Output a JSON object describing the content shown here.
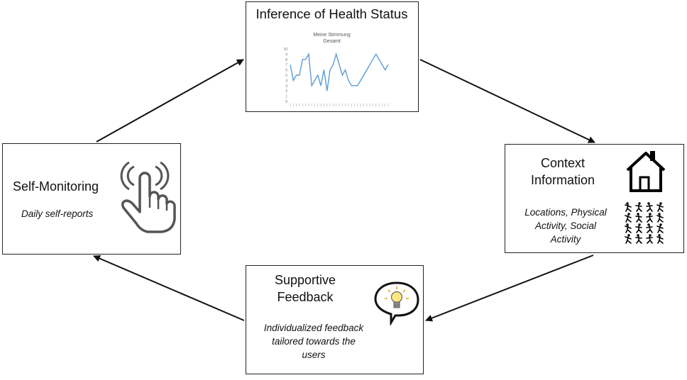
{
  "diagram": {
    "nodes": {
      "health_status": {
        "title": "Inference of Health Status",
        "chart": {
          "title_line1": "Meine Stimmung",
          "title_line2": "Gesamt"
        }
      },
      "self_monitoring": {
        "title": "Self-Monitoring",
        "subtitle": "Daily self-reports",
        "icon": "touch-hand-icon"
      },
      "context_information": {
        "title_line1": "Context",
        "title_line2": "Information",
        "subtitle_line1": "Locations, Physical",
        "subtitle_line2": "Activity, Social",
        "subtitle_line3": "Activity",
        "icons": [
          "house-icon",
          "activity-figures-icon"
        ]
      },
      "supportive_feedback": {
        "title_line1": "Supportive",
        "title_line2": "Feedback",
        "subtitle_line1": "Individualized feedback",
        "subtitle_line2": "tailored towards the",
        "subtitle_line3": "users",
        "icon": "lightbulb-speech-icon"
      }
    },
    "edges": [
      {
        "from": "self_monitoring",
        "to": "health_status"
      },
      {
        "from": "health_status",
        "to": "context_information"
      },
      {
        "from": "context_information",
        "to": "supportive_feedback"
      },
      {
        "from": "supportive_feedback",
        "to": "self_monitoring"
      }
    ],
    "colors": {
      "line": "#111111",
      "chart_line": "#5b9bd5"
    }
  },
  "chart_data": {
    "type": "line",
    "title": "Meine Stimmung Gesamt",
    "ylim": [
      0,
      10
    ],
    "y_ticks": [
      0,
      1,
      2,
      3,
      4,
      5,
      6,
      7,
      8,
      9,
      10
    ],
    "series": [
      {
        "values": [
          7,
          4,
          5,
          5,
          8,
          8,
          9,
          3,
          4,
          5,
          3,
          6,
          2,
          6,
          7,
          9,
          7,
          5,
          6,
          4,
          3,
          3,
          3,
          4,
          5,
          6,
          7,
          8,
          9,
          8,
          7,
          6,
          7
        ]
      }
    ]
  }
}
